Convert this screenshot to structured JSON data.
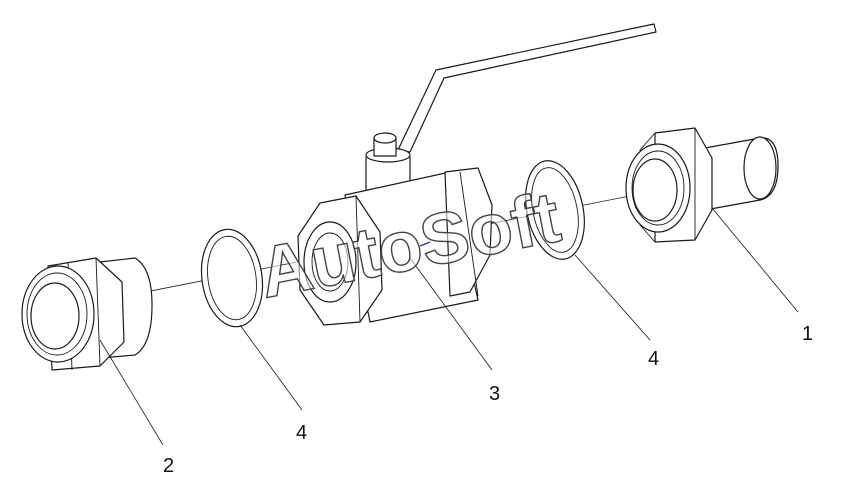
{
  "callouts": [
    {
      "id": "c1",
      "text": "1"
    },
    {
      "id": "c2",
      "text": "2"
    },
    {
      "id": "c3",
      "text": "3"
    },
    {
      "id": "c4a",
      "text": "4"
    },
    {
      "id": "c4b",
      "text": "4"
    }
  ],
  "watermark": "AutoSoft",
  "colors": {
    "line": "#1a1a1a",
    "background": "#ffffff",
    "accent_dot": "#2233cc"
  }
}
